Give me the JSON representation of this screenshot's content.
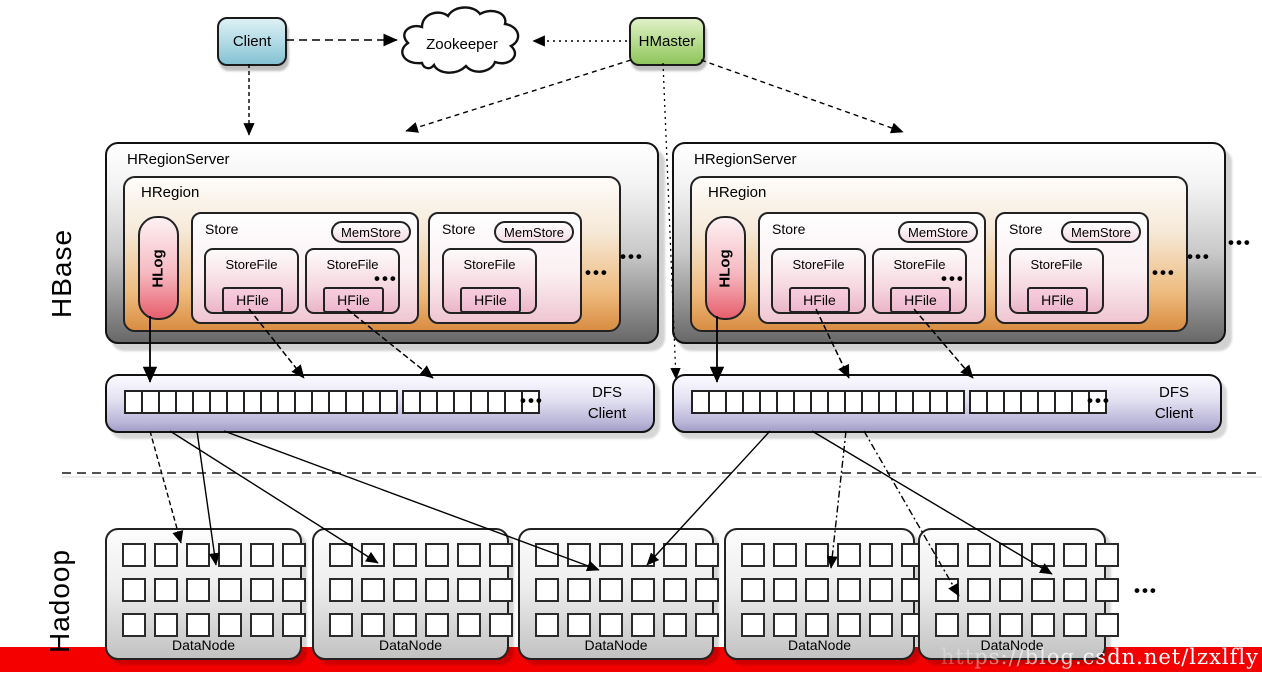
{
  "side_labels": {
    "hbase": "HBase",
    "hadoop": "Hadoop"
  },
  "top": {
    "client": "Client",
    "zookeeper": "Zookeeper",
    "hmaster": "HMaster"
  },
  "region_server": {
    "title": "HRegionServer",
    "region_label": "HRegion",
    "hlog_label": "HLog",
    "store_label": "Store",
    "memstore_label": "MemStore",
    "storefile_label": "StoreFile",
    "hfile_label": "HFile",
    "more_storefiles": "•••",
    "more_stores": "•••",
    "more_regions": "•••",
    "more_region_servers": "•••"
  },
  "dfs_client": {
    "line1": "DFS",
    "line2": "Client",
    "more_blocks": "•••"
  },
  "hadoop_layer": {
    "datanode_label": "DataNode",
    "more_datanodes": "•••"
  },
  "watermark": {
    "text": "https://blog.csdn.net/lzxlfly"
  },
  "colors": {
    "client_fill": "#aed9e4",
    "hmaster_fill": "#b4da8a",
    "hlog_fill": "#e75f6d",
    "hregion_fill": "#d98d42",
    "dfs_fill": "#b9b5d8",
    "red_bar": "#f40000"
  }
}
